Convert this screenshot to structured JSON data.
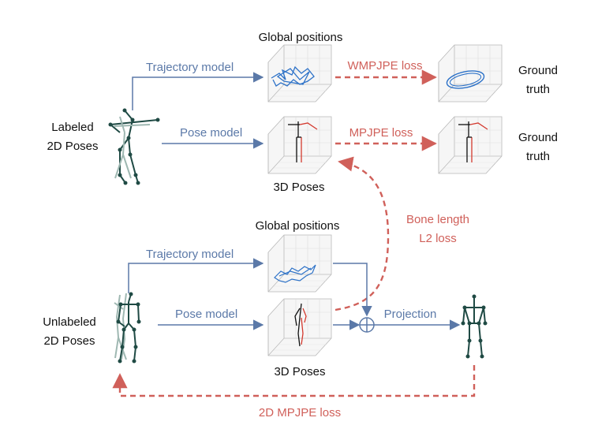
{
  "labels": {
    "global_positions_top": "Global positions",
    "trajectory_model_top": "Trajectory model",
    "wmpjpe_loss": "WMPJPE loss",
    "ground_truth_1_line1": "Ground",
    "ground_truth_1_line2": "truth",
    "labeled_line1": "Labeled",
    "labeled_line2": "2D Poses",
    "pose_model_top": "Pose model",
    "mpjpe_loss": "MPJPE loss",
    "ground_truth_2_line1": "Ground",
    "ground_truth_2_line2": "truth",
    "poses_3d_top": "3D Poses",
    "bone_length_line1": "Bone length",
    "bone_length_line2": "L2 loss",
    "global_positions_bottom": "Global positions",
    "trajectory_model_bottom": "Trajectory model",
    "unlabeled_line1": "Unlabeled",
    "unlabeled_line2": "2D Poses",
    "pose_model_bottom": "Pose model",
    "projection": "Projection",
    "poses_3d_bottom": "3D Poses",
    "mpjpe_2d_loss": "2D MPJPE loss"
  },
  "colors": {
    "blue": "#5b79a8",
    "red": "#d0605a",
    "teal": "#1f4a44",
    "teal_light": "#9fb8b2",
    "axis_gray": "#999999"
  }
}
